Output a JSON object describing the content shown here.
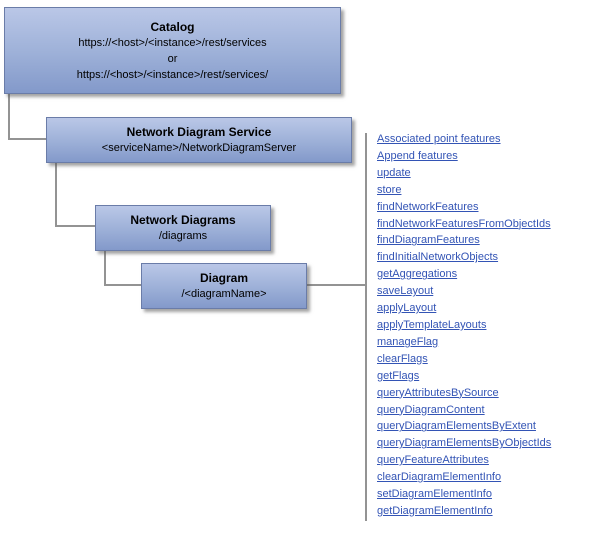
{
  "figure": {
    "type": "rest-resource-hierarchy"
  },
  "nodes": {
    "catalog": {
      "title": "Catalog",
      "lines": [
        "https://<host>/<instance>/rest/services",
        "or",
        "https://<host>/<instance>/rest/services/"
      ]
    },
    "service": {
      "title": "Network Diagram Service",
      "subtitle": "<serviceName>/NetworkDiagramServer"
    },
    "diagrams": {
      "title": "Network Diagrams",
      "subtitle": "/diagrams"
    },
    "diagram": {
      "title": "Diagram",
      "subtitle": "/<diagramName>"
    }
  },
  "operations": [
    "Associated point features",
    "Append features",
    "update",
    "store",
    "findNetworkFeatures",
    "findNetworkFeaturesFromObjectIds",
    "findDiagramFeatures",
    "findInitialNetworkObjects",
    "getAggregations",
    "saveLayout",
    "applyLayout",
    "applyTemplateLayouts",
    "manageFlag",
    "clearFlags",
    "getFlags",
    "queryAttributesBySource",
    "queryDiagramContent",
    "queryDiagramElementsByExtent",
    "queryDiagramElementsByObjectIds",
    "queryFeatureAttributes",
    "clearDiagramElementInfo",
    "setDiagramElementInfo",
    "getDiagramElementInfo"
  ],
  "colors": {
    "background": "#ffffff",
    "node_fill_top": "#bac7e7",
    "node_fill_bottom": "#8399ca",
    "node_border": "#6a7ca8",
    "connector": "#939393",
    "operation_link": "#3354b5",
    "text": "#000000"
  }
}
